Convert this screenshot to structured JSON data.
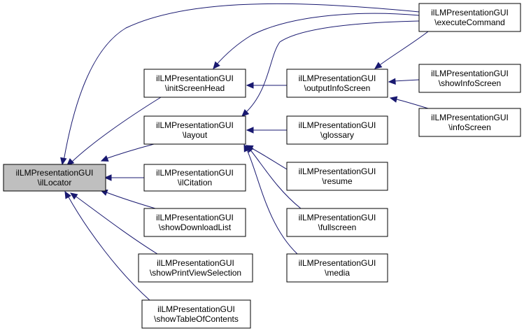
{
  "nodes": [
    {
      "id": "ilLocator",
      "line1": "ilLMPresentationGUI",
      "line2": "\\ilLocator",
      "fill": "#bfbfbf"
    },
    {
      "id": "initScreenHead",
      "line1": "ilLMPresentationGUI",
      "line2": "\\initScreenHead",
      "fill": "#ffffff"
    },
    {
      "id": "layout",
      "line1": "ilLMPresentationGUI",
      "line2": "\\layout",
      "fill": "#ffffff"
    },
    {
      "id": "ilCitation",
      "line1": "ilLMPresentationGUI",
      "line2": "\\ilCitation",
      "fill": "#ffffff"
    },
    {
      "id": "showDownloadList",
      "line1": "ilLMPresentationGUI",
      "line2": "\\showDownloadList",
      "fill": "#ffffff"
    },
    {
      "id": "showPrintViewSelection",
      "line1": "ilLMPresentationGUI",
      "line2": "\\showPrintViewSelection",
      "fill": "#ffffff"
    },
    {
      "id": "showTableOfContents",
      "line1": "ilLMPresentationGUI",
      "line2": "\\showTableOfContents",
      "fill": "#ffffff"
    },
    {
      "id": "outputInfoScreen",
      "line1": "ilLMPresentationGUI",
      "line2": "\\outputInfoScreen",
      "fill": "#ffffff"
    },
    {
      "id": "glossary",
      "line1": "ilLMPresentationGUI",
      "line2": "\\glossary",
      "fill": "#ffffff"
    },
    {
      "id": "resume",
      "line1": "ilLMPresentationGUI",
      "line2": "\\resume",
      "fill": "#ffffff"
    },
    {
      "id": "fullscreen",
      "line1": "ilLMPresentationGUI",
      "line2": "\\fullscreen",
      "fill": "#ffffff"
    },
    {
      "id": "media",
      "line1": "ilLMPresentationGUI",
      "line2": "\\media",
      "fill": "#ffffff"
    },
    {
      "id": "executeCommand",
      "line1": "ilLMPresentationGUI",
      "line2": "\\executeCommand",
      "fill": "#ffffff"
    },
    {
      "id": "showInfoScreen",
      "line1": "ilLMPresentationGUI",
      "line2": "\\showInfoScreen",
      "fill": "#ffffff"
    },
    {
      "id": "infoScreen",
      "line1": "ilLMPresentationGUI",
      "line2": "\\infoScreen",
      "fill": "#ffffff"
    }
  ],
  "edges": [
    {
      "from": "initScreenHead",
      "to": "ilLocator"
    },
    {
      "from": "layout",
      "to": "ilLocator"
    },
    {
      "from": "ilCitation",
      "to": "ilLocator"
    },
    {
      "from": "showDownloadList",
      "to": "ilLocator"
    },
    {
      "from": "showPrintViewSelection",
      "to": "ilLocator"
    },
    {
      "from": "showTableOfContents",
      "to": "ilLocator"
    },
    {
      "from": "executeCommand",
      "to": "ilLocator"
    },
    {
      "from": "outputInfoScreen",
      "to": "initScreenHead"
    },
    {
      "from": "executeCommand",
      "to": "initScreenHead"
    },
    {
      "from": "glossary",
      "to": "layout"
    },
    {
      "from": "resume",
      "to": "layout"
    },
    {
      "from": "fullscreen",
      "to": "layout"
    },
    {
      "from": "media",
      "to": "layout"
    },
    {
      "from": "executeCommand",
      "to": "layout"
    },
    {
      "from": "executeCommand",
      "to": "outputInfoScreen"
    },
    {
      "from": "showInfoScreen",
      "to": "outputInfoScreen"
    },
    {
      "from": "infoScreen",
      "to": "outputInfoScreen"
    }
  ],
  "colors": {
    "edge": "#191970",
    "highlight_fill": "#bfbfbf",
    "node_fill": "#ffffff",
    "border": "#000000"
  }
}
